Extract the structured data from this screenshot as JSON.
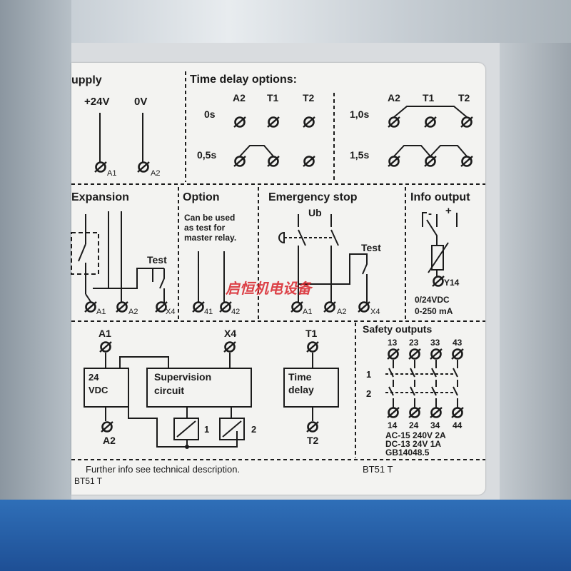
{
  "supply": {
    "title": "upply",
    "plus": "+24V",
    "zero": "0V",
    "a1": "A1",
    "a2": "A2"
  },
  "time_delay": {
    "title": "Time delay options:",
    "col_a2": "A2",
    "col_t1": "T1",
    "col_t2": "T2",
    "rows": [
      "0s",
      "0,5s",
      "1,0s",
      "1,5s"
    ]
  },
  "expansion": {
    "title": "Expansion",
    "test": "Test",
    "a1": "A1",
    "a2": "A2",
    "x4": "X4"
  },
  "option": {
    "title": "Option",
    "note": [
      "Can be used",
      "as test for",
      "master relay."
    ],
    "t41": "41",
    "t42": "42"
  },
  "emergency": {
    "title": "Emergency stop",
    "ub": "Ub",
    "test": "Test",
    "a1": "A1",
    "a2": "A2",
    "x4": "X4"
  },
  "info_output": {
    "title": "Info output",
    "minus": "-",
    "plus": "+",
    "y14": "Y14",
    "spec1": "0/24VDC",
    "spec2": "0-250 mA"
  },
  "block": {
    "a1": "A1",
    "x4": "X4",
    "t1": "T1",
    "a2": "A2",
    "t2": "T2",
    "vdc": [
      "24",
      "VDC"
    ],
    "supervision": [
      "Supervision",
      "circuit"
    ],
    "time_delay": [
      "Time",
      "delay"
    ],
    "coil1": "1",
    "coil2": "2"
  },
  "safety": {
    "title": "Safety outputs",
    "top": [
      "13",
      "23",
      "33",
      "43"
    ],
    "bottom": [
      "14",
      "24",
      "34",
      "44"
    ],
    "row1": "1",
    "row2": "2",
    "ratings": [
      "AC-15 240V 2A",
      "DC-13 24V 1A",
      "GB14048.5"
    ]
  },
  "footer": {
    "info": "Further info see technical description.",
    "model_left": "BT51 T",
    "model_right": "BT51 T"
  },
  "watermark": "启恒机电设备",
  "colors": {
    "label": "#f3f3f1",
    "ink": "#1b1b1b",
    "watermark": "#d8222a",
    "base": "#2f6fb8"
  }
}
